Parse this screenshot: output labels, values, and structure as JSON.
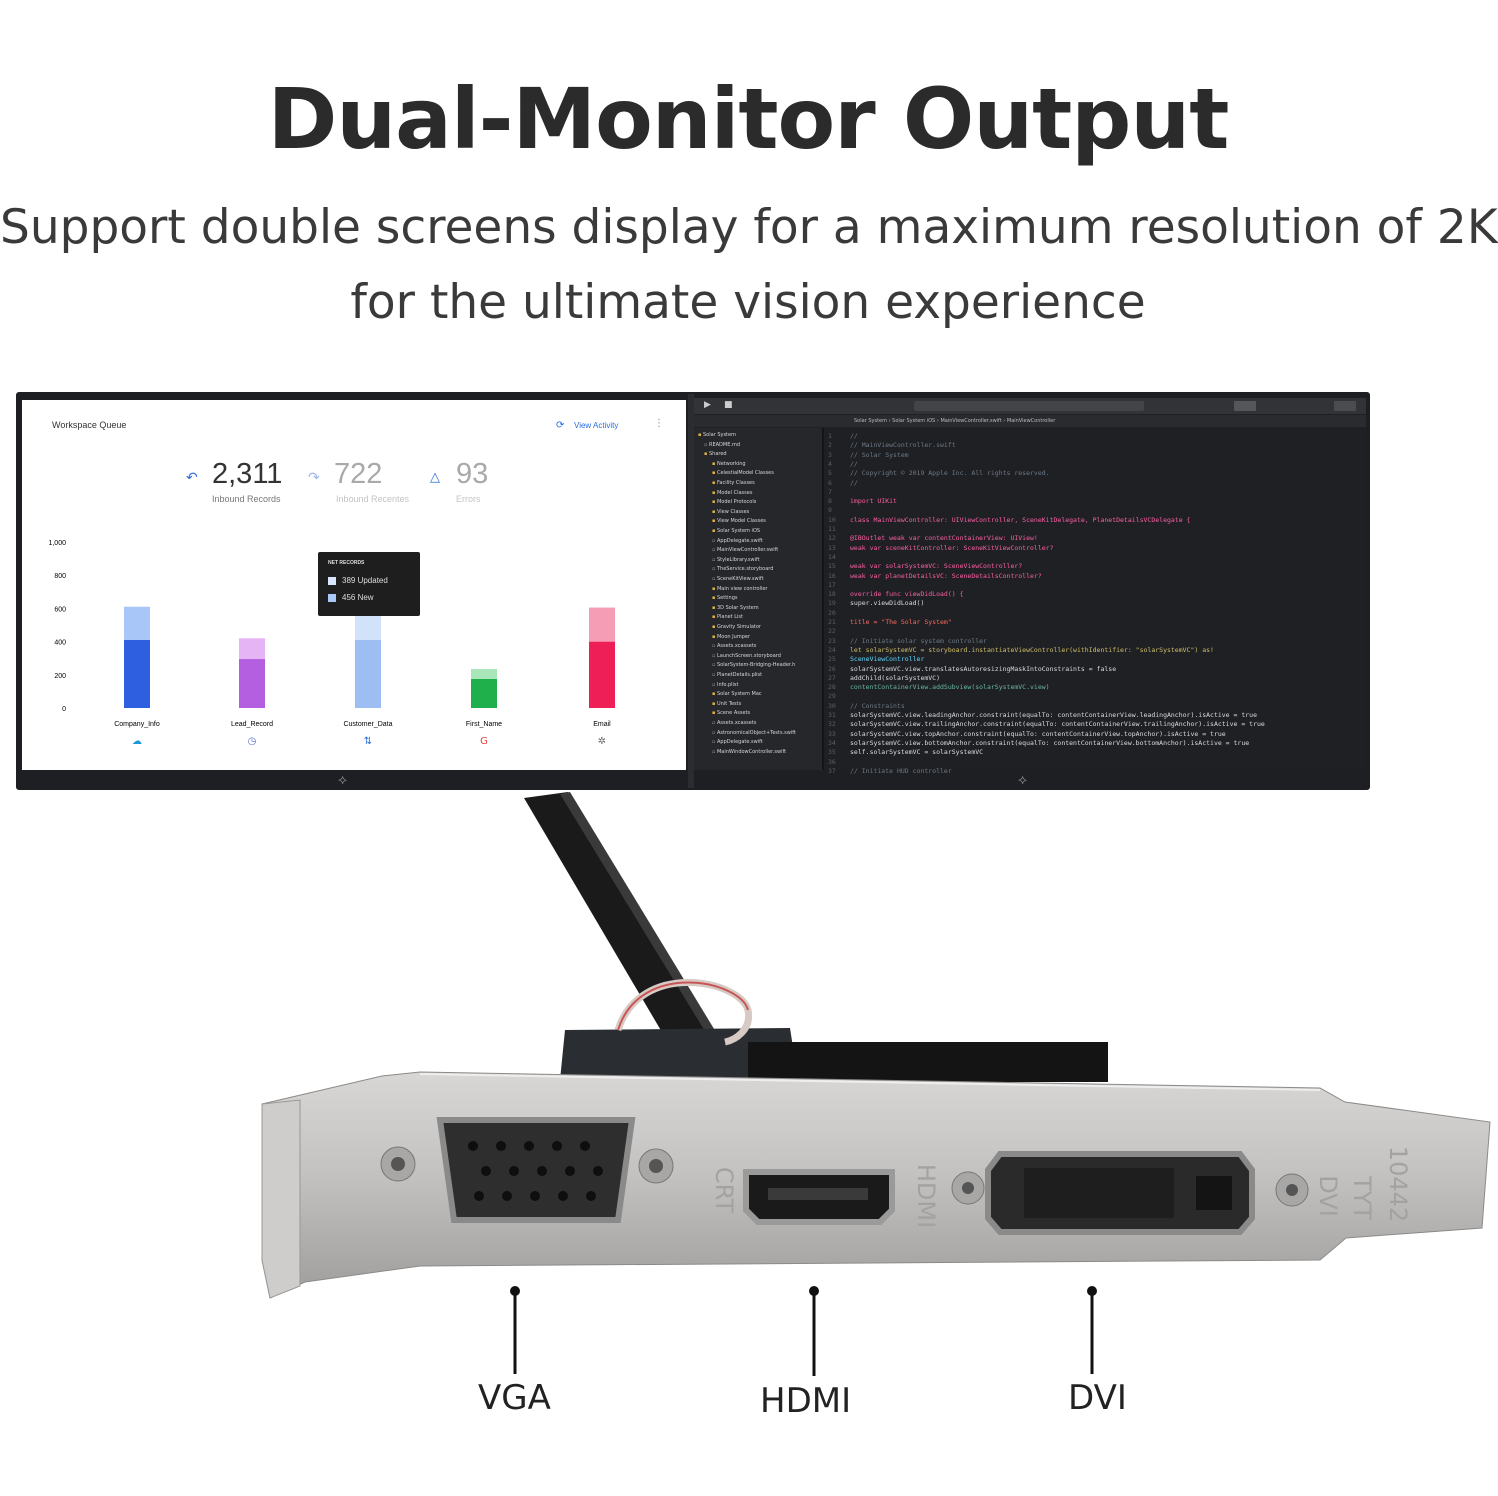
{
  "header": {
    "title": "Dual-Monitor Output",
    "subtitle_line1": "Support double screens display for a maximum resolution of 2K",
    "subtitle_line2": "for the ultimate vision experience"
  },
  "left_screen": {
    "title": "Workspace Queue",
    "view_activity": "View Activity",
    "kpis": [
      {
        "value": "2,311",
        "label": "Inbound Records"
      },
      {
        "value": "722",
        "label": "Inbound Recentes"
      },
      {
        "value": "93",
        "label": "Errors"
      }
    ],
    "tooltip": {
      "title": "NET RECORDS",
      "rows": [
        "389 Updated",
        "456 New"
      ]
    },
    "chart_data": {
      "type": "bar",
      "categories": [
        "Company_Info",
        "Lead_Record",
        "Customer_Data",
        "First_Name",
        "Email"
      ],
      "series": [
        {
          "values": [
            410,
            295,
            410,
            175,
            400
          ]
        },
        {
          "values": [
            200,
            125,
            200,
            60,
            205
          ]
        }
      ],
      "ylim": [
        0,
        1000
      ],
      "yticks": [
        "1,000",
        "800",
        "600",
        "400",
        "200",
        "0"
      ],
      "colors": [
        [
          "#2d5fe0",
          "#a8c6f7"
        ],
        [
          "#b45ee0",
          "#e4b4f4"
        ],
        [
          "#9dbef2",
          "#d3e2fb"
        ],
        [
          "#1fb04b",
          "#a9e6b9"
        ],
        [
          "#ee1f57",
          "#f59db4"
        ]
      ],
      "grid": false
    }
  },
  "right_screen": {
    "breadcrumb": [
      "Solar System",
      "Solar System iOS",
      "MainViewController.swift",
      "MainViewController"
    ],
    "tree": [
      "Solar System",
      "README.md",
      "Shared",
      "Networking",
      "CelestialModel Classes",
      "Facility Classes",
      "Model Classes",
      "Model Protocols",
      "View Classes",
      "View Model Classes",
      "Solar System iOS",
      "AppDelegate.swift",
      "MainViewController.swift",
      "StyleLibrary.swift",
      "TheService.storyboard",
      "SceneKitView.swift",
      "Main view controller",
      "Settings",
      "3D Solar System",
      "Planet List",
      "Gravity Simulator",
      "Moon Jumper",
      "Assets.xcassets",
      "LaunchScreen.storyboard",
      "SolarSystem-Bridging-Header.h",
      "PlanetDetails.plist",
      "Info.plist",
      "Solar System Mac",
      "Unit Tests",
      "Scene Assets",
      "Assets.xcassets",
      "AstronomicalObject+Tests.swift",
      "AppDelegate.swift",
      "MainWindowController.swift"
    ],
    "code": [
      {
        "n": "1",
        "text": "//",
        "c": "#6c7986"
      },
      {
        "n": "2",
        "text": "//  MainViewController.swift",
        "c": "#6c7986"
      },
      {
        "n": "3",
        "text": "//  Solar System",
        "c": "#6c7986"
      },
      {
        "n": "4",
        "text": "//",
        "c": "#6c7986"
      },
      {
        "n": "5",
        "text": "//  Copyright © 2019 Apple Inc. All rights reserved.",
        "c": "#6c7986"
      },
      {
        "n": "6",
        "text": "//",
        "c": "#6c7986"
      },
      {
        "n": "7",
        "text": "",
        "c": "#dcdcdc"
      },
      {
        "n": "8",
        "text": "import UIKit",
        "c": "#fc5fa3"
      },
      {
        "n": "9",
        "text": "",
        "c": "#dcdcdc"
      },
      {
        "n": "10",
        "text": "class MainViewController: UIViewController, SceneKitDelegate, PlanetDetailsVCDelegate {",
        "c": "#fc5fa3"
      },
      {
        "n": "11",
        "text": "",
        "c": "#dcdcdc"
      },
      {
        "n": "12",
        "text": "    @IBOutlet weak var contentContainerView: UIView!",
        "c": "#fc5fa3"
      },
      {
        "n": "13",
        "text": "    weak var sceneKitController: SceneKitViewController?",
        "c": "#fc5fa3"
      },
      {
        "n": "14",
        "text": "",
        "c": "#dcdcdc"
      },
      {
        "n": "15",
        "text": "    weak var solarSystemVC: SceneViewController?",
        "c": "#fc5fa3"
      },
      {
        "n": "16",
        "text": "    weak var planetDetailsVC: SceneDetailsController?",
        "c": "#fc5fa3"
      },
      {
        "n": "17",
        "text": "",
        "c": "#dcdcdc"
      },
      {
        "n": "18",
        "text": "    override func viewDidLoad() {",
        "c": "#fc5fa3"
      },
      {
        "n": "19",
        "text": "        super.viewDidLoad()",
        "c": "#dcdcdc"
      },
      {
        "n": "20",
        "text": "",
        "c": "#dcdcdc"
      },
      {
        "n": "21",
        "text": "        title = \"The Solar System\"",
        "c": "#fc6a5d"
      },
      {
        "n": "22",
        "text": "",
        "c": "#dcdcdc"
      },
      {
        "n": "23",
        "text": "        // Initiate solar system controller",
        "c": "#6c7986"
      },
      {
        "n": "24",
        "text": "        let solarSystemVC = storyboard.instantiateViewController(withIdentifier: \"solarSystemVC\") as!",
        "c": "#d0bf69"
      },
      {
        "n": "25",
        "text": "            SceneViewController",
        "c": "#5dd8ff"
      },
      {
        "n": "26",
        "text": "        solarSystemVC.view.translatesAutoresizingMaskIntoConstraints = false",
        "c": "#dcdcdc"
      },
      {
        "n": "27",
        "text": "        addChild(solarSystemVC)",
        "c": "#dcdcdc"
      },
      {
        "n": "28",
        "text": "        contentContainerView.addSubview(solarSystemVC.view)",
        "c": "#67b7a4"
      },
      {
        "n": "29",
        "text": "",
        "c": "#dcdcdc"
      },
      {
        "n": "30",
        "text": "        // Constraints",
        "c": "#6c7986"
      },
      {
        "n": "31",
        "text": "        solarSystemVC.view.leadingAnchor.constraint(equalTo: contentContainerView.leadingAnchor).isActive = true",
        "c": "#dcdcdc"
      },
      {
        "n": "32",
        "text": "        solarSystemVC.view.trailingAnchor.constraint(equalTo: contentContainerView.trailingAnchor).isActive = true",
        "c": "#dcdcdc"
      },
      {
        "n": "33",
        "text": "        solarSystemVC.view.topAnchor.constraint(equalTo: contentContainerView.topAnchor).isActive = true",
        "c": "#dcdcdc"
      },
      {
        "n": "34",
        "text": "        solarSystemVC.view.bottomAnchor.constraint(equalTo: contentContainerView.bottomAnchor).isActive = true",
        "c": "#dcdcdc"
      },
      {
        "n": "35",
        "text": "        self.solarSystemVC = solarSystemVC",
        "c": "#dcdcdc"
      },
      {
        "n": "36",
        "text": "",
        "c": "#dcdcdc"
      },
      {
        "n": "37",
        "text": "        // Initiate HUD controller",
        "c": "#6c7986"
      }
    ]
  },
  "card": {
    "bracket_text": [
      "CRT",
      "HDMI",
      "DVI",
      "TYT",
      "10442"
    ],
    "ports": [
      {
        "name": "VGA"
      },
      {
        "name": "HDMI"
      },
      {
        "name": "DVI"
      }
    ]
  }
}
